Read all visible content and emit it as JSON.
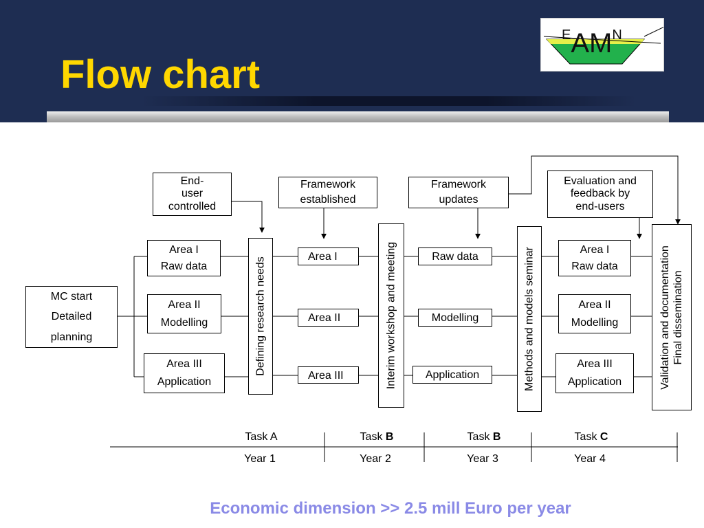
{
  "slide": {
    "title": "Flow chart",
    "logo": {
      "main": "AM",
      "left_super": "E",
      "right_super": "N"
    },
    "footer": "Economic dimension >> 2.5 mill Euro per year"
  },
  "flow": {
    "start": [
      "MC start",
      "Detailed",
      "planning"
    ],
    "areas_left": [
      [
        "Area I",
        "Raw data"
      ],
      [
        "Area II",
        "Modelling"
      ],
      [
        "Area III",
        "Application"
      ]
    ],
    "defining": "Defining research needs",
    "areas_mid": [
      "Area I",
      "Area II",
      "Area III"
    ],
    "interim": "Interim workshop and meeting",
    "mid_right": [
      "Raw data",
      "Modelling",
      "Application"
    ],
    "methods": "Methods and models seminar",
    "areas_right": [
      [
        "Area I",
        "Raw data"
      ],
      [
        "Area II",
        "Modelling"
      ],
      [
        "Area III",
        "Application"
      ]
    ],
    "validation": [
      "Validation and documentation",
      "Final dissemination"
    ],
    "top_boxes": {
      "end_user": [
        "End-",
        "user",
        "controlled"
      ],
      "framework_established": [
        "Framework",
        "established"
      ],
      "framework_updates": [
        "Framework",
        "updates"
      ],
      "evaluation": [
        "Evaluation and",
        "feedback by",
        "end-users"
      ]
    }
  },
  "timeline": {
    "tasks": [
      {
        "prefix": "Task ",
        "letter": "A",
        "bold": false
      },
      {
        "prefix": "Task ",
        "letter": "B",
        "bold": true
      },
      {
        "prefix": "Task ",
        "letter": "B",
        "bold": true
      },
      {
        "prefix": "Task ",
        "letter": "C",
        "bold": true
      }
    ],
    "years": [
      "Year 1",
      "Year 2",
      "Year 3",
      "Year 4"
    ]
  }
}
